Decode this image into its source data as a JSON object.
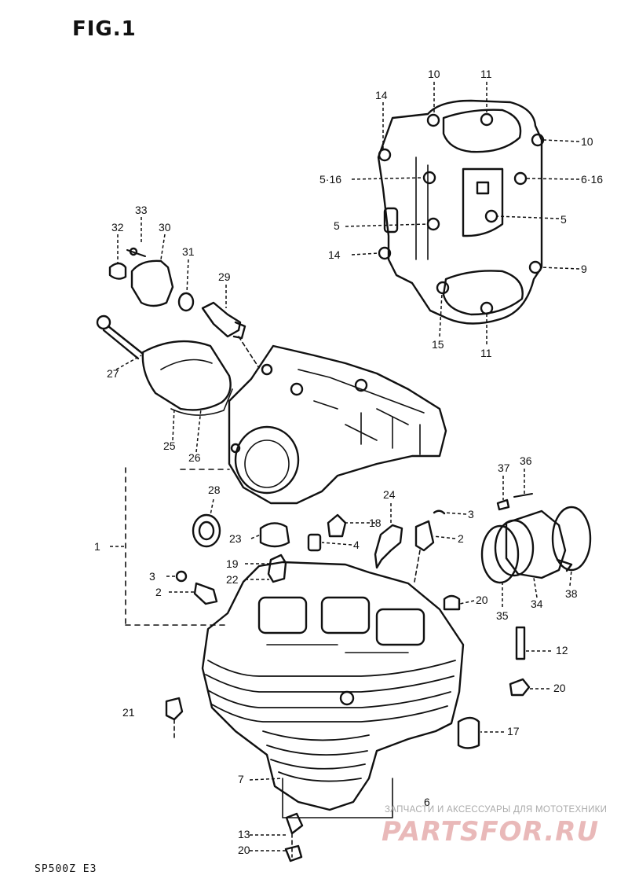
{
  "title": "FIG.1",
  "footer_code": "SP500Z E3",
  "watermark": {
    "caption": "ЗАПЧАСТИ И АКСЕССУАРЫ ДЛЯ МОТОТЕХНИКИ",
    "logo": "PARTSFOR.RU"
  },
  "callouts": [
    {
      "label": "11"
    },
    {
      "label": "10"
    },
    {
      "label": "14"
    },
    {
      "label": "10"
    },
    {
      "label": "5·16"
    },
    {
      "label": "6·16"
    },
    {
      "label": "5"
    },
    {
      "label": "5"
    },
    {
      "label": "14"
    },
    {
      "label": "9"
    },
    {
      "label": "15"
    },
    {
      "label": "11"
    },
    {
      "label": "33"
    },
    {
      "label": "32"
    },
    {
      "label": "30"
    },
    {
      "label": "31"
    },
    {
      "label": "29"
    },
    {
      "label": "27"
    },
    {
      "label": "25"
    },
    {
      "label": "26"
    },
    {
      "label": "28"
    },
    {
      "label": "24"
    },
    {
      "label": "18"
    },
    {
      "label": "3"
    },
    {
      "label": "2"
    },
    {
      "label": "4"
    },
    {
      "label": "23"
    },
    {
      "label": "1"
    },
    {
      "label": "19"
    },
    {
      "label": "22"
    },
    {
      "label": "3"
    },
    {
      "label": "2"
    },
    {
      "label": "37"
    },
    {
      "label": "36"
    },
    {
      "label": "20"
    },
    {
      "label": "35"
    },
    {
      "label": "34"
    },
    {
      "label": "38"
    },
    {
      "label": "12"
    },
    {
      "label": "20"
    },
    {
      "label": "21"
    },
    {
      "label": "17"
    },
    {
      "label": "7"
    },
    {
      "label": "6"
    },
    {
      "label": "13"
    },
    {
      "label": "20"
    }
  ]
}
